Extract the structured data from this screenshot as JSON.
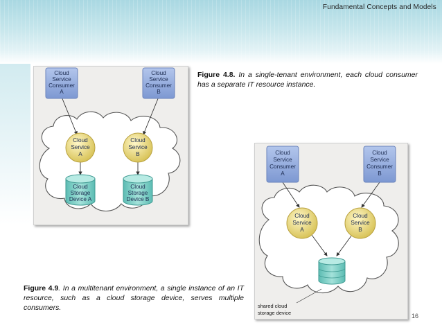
{
  "header": {
    "title": "Fundamental Concepts and Models"
  },
  "page_number": "16",
  "figure_4_8": {
    "caption_label": "Figure 4.8.",
    "caption_text": "In a single-tenant environment, each cloud consumer has a separate IT resource instance.",
    "consumer_a": [
      "Cloud",
      "Service",
      "Consumer",
      "A"
    ],
    "consumer_b": [
      "Cloud",
      "Service",
      "Consumer",
      "B"
    ],
    "service_a": [
      "Cloud",
      "Service",
      "A"
    ],
    "service_b": [
      "Cloud",
      "Service",
      "B"
    ],
    "storage_a": [
      "Cloud",
      "Storage",
      "Device A"
    ],
    "storage_b": [
      "Cloud",
      "Storage",
      "Device B"
    ]
  },
  "figure_4_9": {
    "caption_label": "Figure 4.9",
    "caption_text": ". In a multitenant environment, a single instance of an IT resource, such as a cloud storage device, serves multiple consumers.",
    "consumer_a": [
      "Cloud",
      "Service",
      "Consumer",
      "A"
    ],
    "consumer_b": [
      "Cloud",
      "Service",
      "Consumer",
      "B"
    ],
    "service_a": [
      "Cloud",
      "Service",
      "A"
    ],
    "service_b": [
      "Cloud",
      "Service",
      "B"
    ],
    "storage_label": [
      "shared cloud",
      "storage device"
    ]
  },
  "colors": {
    "banner": "#a9d8e2",
    "consumer_box": "#8fa9dc",
    "service_circle": "#e9d87a",
    "storage_cylinder": "#7ccfc6",
    "figure_background": "#efeeec"
  }
}
